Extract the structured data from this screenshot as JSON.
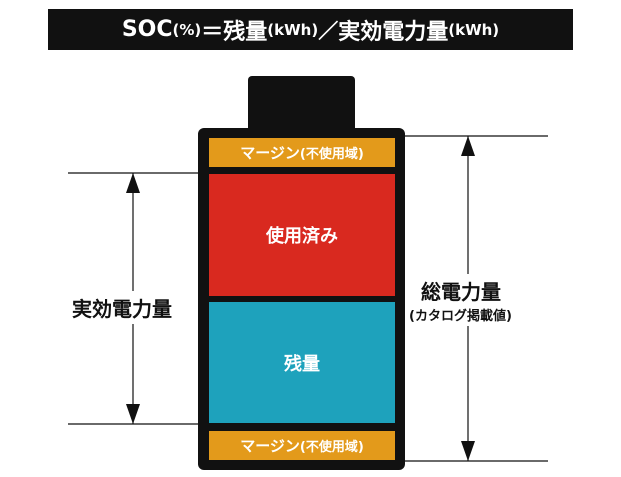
{
  "header": {
    "title_soc": "SOC",
    "title_pct": "(%)",
    "title_eq": "＝残量",
    "title_unit1": "(kWh)",
    "title_slash": "／",
    "title_effective": "実効電力量",
    "title_unit2": "(kWh)"
  },
  "battery": {
    "top_margin": {
      "label": "マージン",
      "sub": "(不使用域)"
    },
    "used": {
      "label": "使用済み"
    },
    "remaining": {
      "label": "残量"
    },
    "bottom_margin": {
      "label": "マージン",
      "sub": "(不使用域)"
    }
  },
  "annotations": {
    "effective_capacity": "実効電力量",
    "total_capacity": "総電力量",
    "total_capacity_note": "(カタログ掲載値)"
  },
  "colors": {
    "margin": "#e39a1b",
    "used": "#d9291f",
    "remaining": "#1ea2bc",
    "battery_frame": "#111111",
    "title_bar": "#111111"
  }
}
